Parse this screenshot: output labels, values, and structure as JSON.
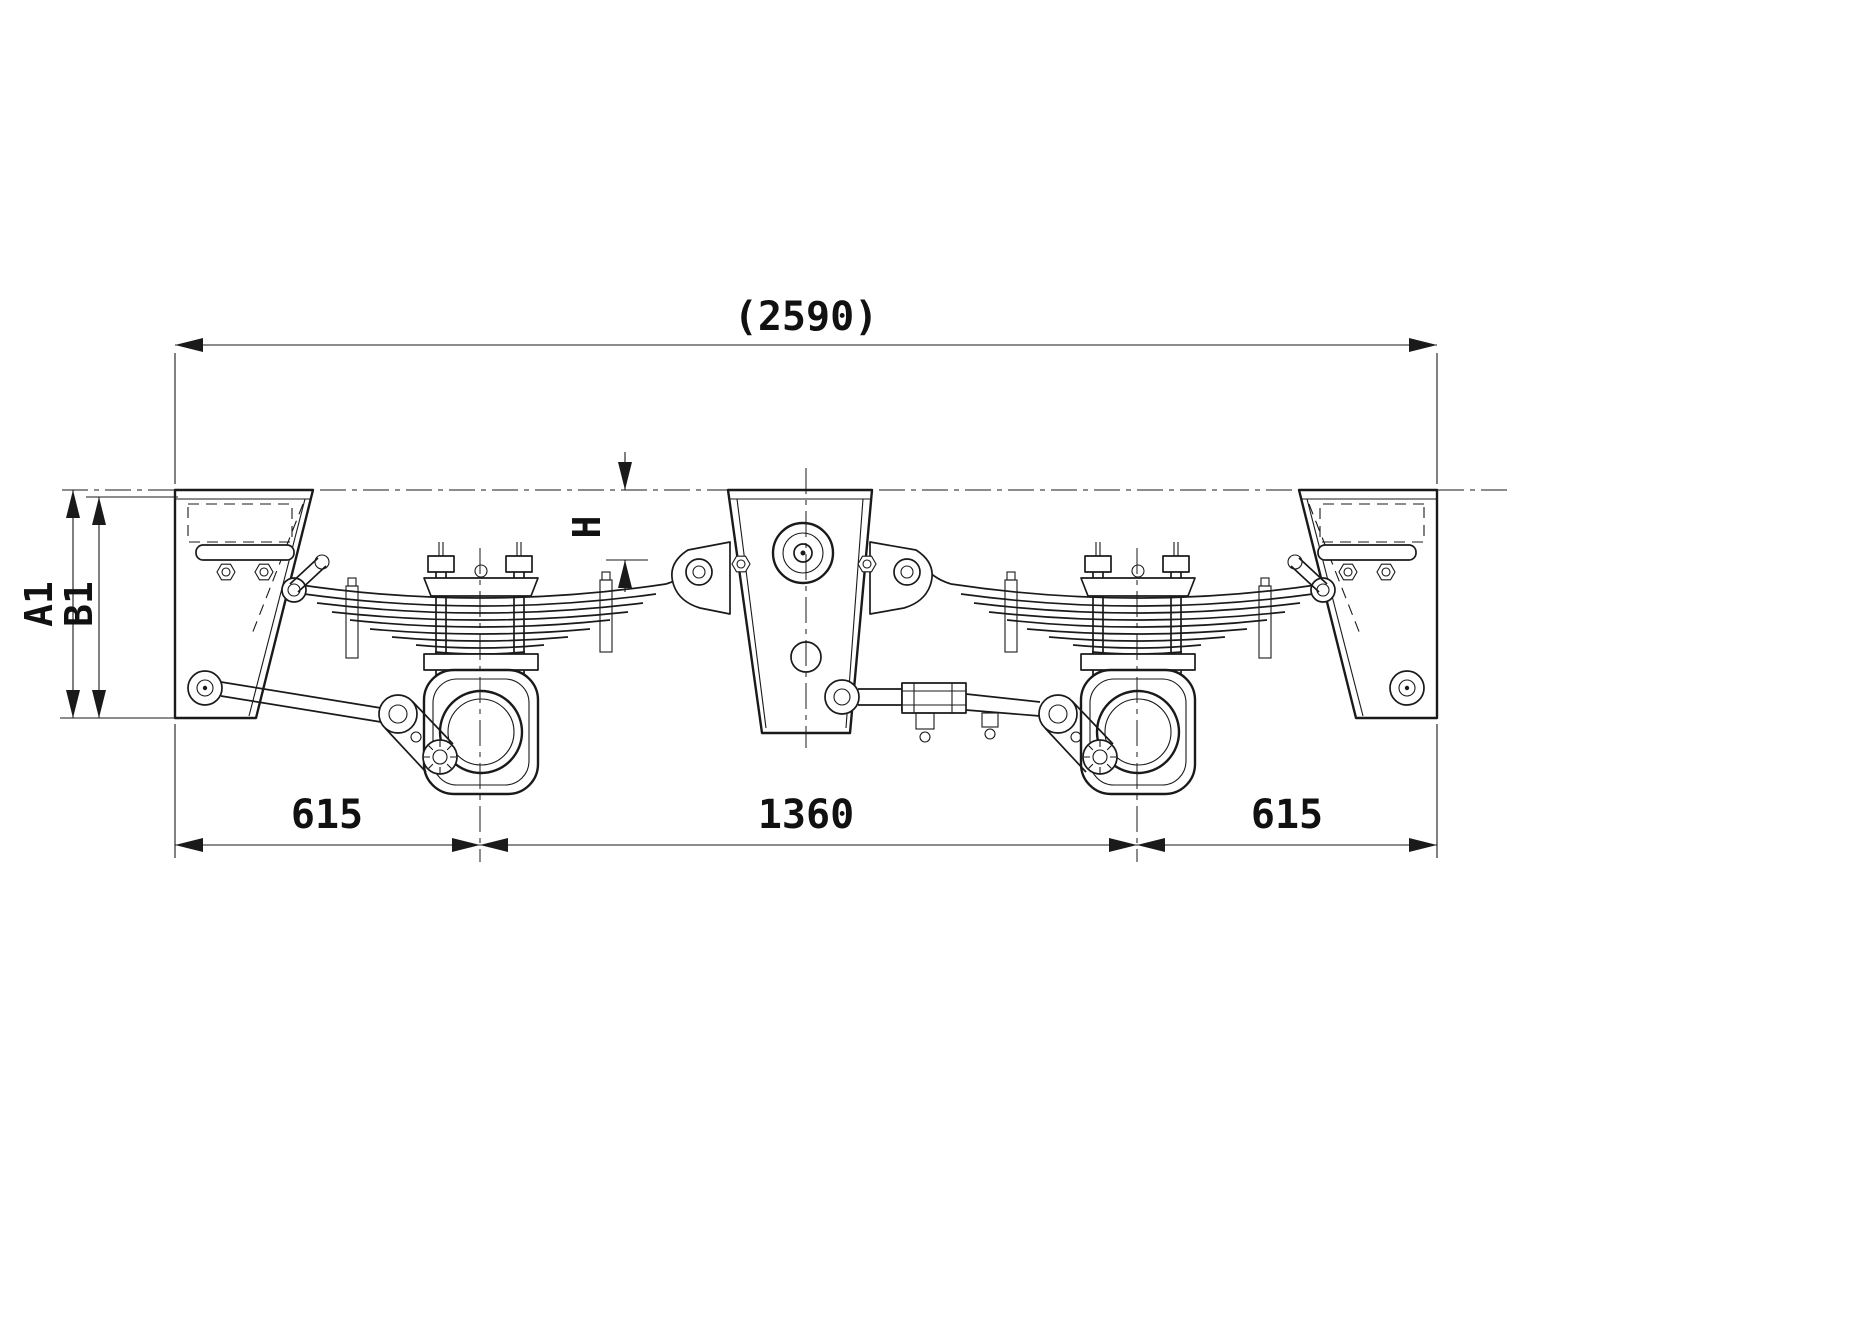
{
  "drawing": {
    "description": "Two-axle tandem leaf-spring suspension assembly, side view technical drawing",
    "dimensions": {
      "overall_top": "(2590)",
      "bottom": [
        "615",
        "1360",
        "615"
      ],
      "vertical_left": [
        "A1",
        "B1"
      ],
      "center_height": "H"
    },
    "colors": {
      "line": "#1a1a1a",
      "background": "#ffffff"
    }
  }
}
